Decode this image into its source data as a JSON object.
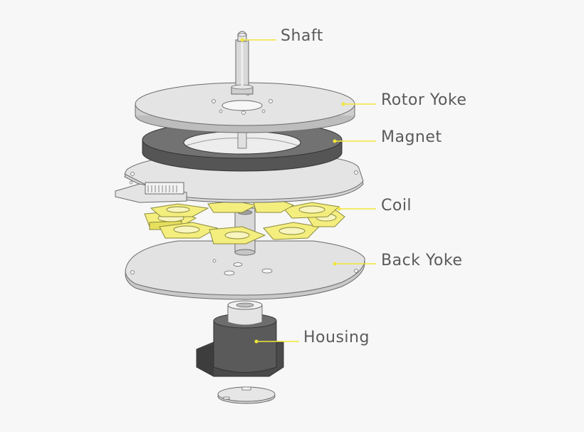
{
  "labels": {
    "shaft": "Shaft",
    "rotor_yoke": "Rotor Yoke",
    "magnet": "Magnet",
    "coil": "Coil",
    "back_yoke": "Back Yoke",
    "housing": "Housing"
  },
  "colors": {
    "background": "#f7f7f7",
    "metal": "#dcdcdc",
    "metal_edge": "#bdbdbd",
    "outline": "#6a6a6a",
    "magnet": "#6e6e6e",
    "magnet_dark": "#555555",
    "coil": "#f4ee7e",
    "leader": "#f0e63a",
    "label_text": "#5a5a5a",
    "housing": "#4f4f4f"
  }
}
